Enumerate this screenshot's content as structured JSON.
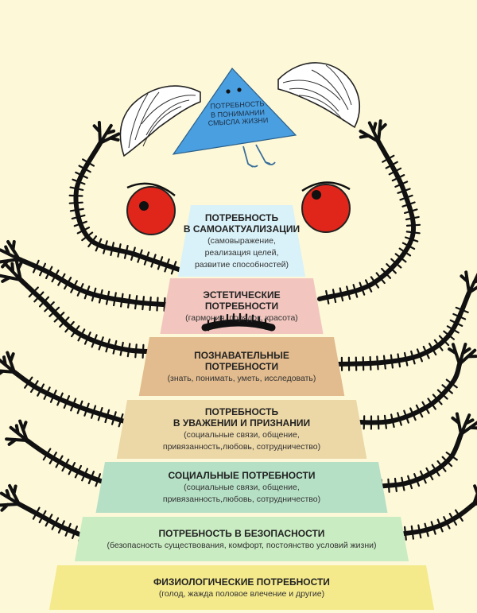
{
  "apex": {
    "lines": [
      "ПОТРЕБНОСТЬ",
      "В ПОНИМАНИИ",
      "СМЫСЛА ЖИЗНИ"
    ]
  },
  "tiers": [
    {
      "title_lines": [
        "ПОТРЕБНОСТЬ",
        "В САМОАКТУАЛИЗАЦИИ"
      ],
      "sub_lines": [
        "(самовыражение,",
        "реализация целей,",
        "развитие способностей)"
      ],
      "color": "#d9f1f8"
    },
    {
      "title_lines": [
        "ЭСТЕТИЧЕСКИЕ",
        "ПОТРЕБНОСТИ"
      ],
      "sub_lines": [
        "(гармония, порядок, красота)"
      ],
      "color": "#f2c6bf"
    },
    {
      "title_lines": [
        "ПОЗНАВАТЕЛЬНЫЕ",
        "ПОТРЕБНОСТИ"
      ],
      "sub_lines": [
        "(знать, понимать, уметь, исследовать)"
      ],
      "color": "#e2bc8e"
    },
    {
      "title_lines": [
        "ПОТРЕБНОСТЬ",
        "В УВАЖЕНИИ И ПРИЗНАНИИ"
      ],
      "sub_lines": [
        "(социальные связи, общение,",
        "привязанность,любовь, сотрудничество)"
      ],
      "color": "#ecd7a6"
    },
    {
      "title_lines": [
        "СОЦИАЛЬНЫЕ ПОТРЕБНОСТИ"
      ],
      "sub_lines": [
        "(социальные связи, общение,",
        "привязанность,любовь, сотрудничество)"
      ],
      "color": "#b6e0c6"
    },
    {
      "title_lines": [
        "ПОТРЕБНОСТЬ В БЕЗОПАСНОСТИ"
      ],
      "sub_lines": [
        "(безопасность существования, комфорт, постоянство условий жизни)"
      ],
      "color": "#c9ecc2"
    },
    {
      "title_lines": [
        "ФИЗИОЛОГИЧЕСКИЕ ПОТРЕБНОСТИ"
      ],
      "sub_lines": [
        "(голод, жажда половое влечение и другие)"
      ],
      "color": "#f4e98b"
    }
  ],
  "colors": {
    "apex": "#4a9fe0",
    "eye_red": "#e0261a",
    "limb": "#111111"
  }
}
